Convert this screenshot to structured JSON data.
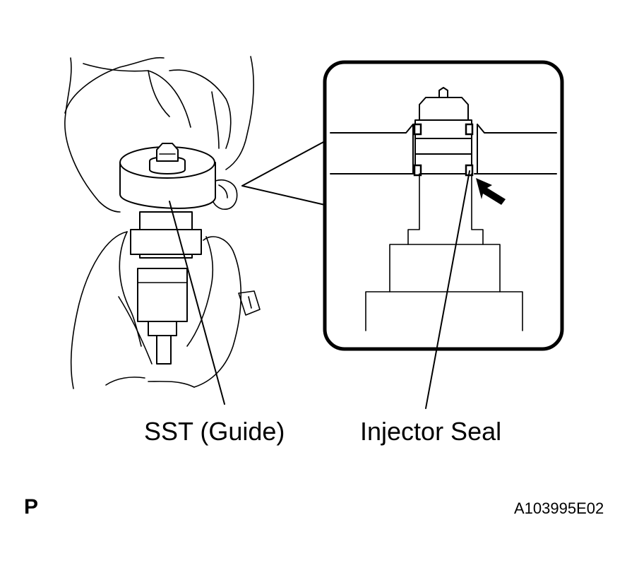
{
  "labels": {
    "sst_guide": "SST (Guide)",
    "injector_seal": "Injector Seal",
    "view_code": "P",
    "figure_id": "A103995E02"
  },
  "icons": {
    "callout_arrow": "arrow-pointer-icon"
  }
}
